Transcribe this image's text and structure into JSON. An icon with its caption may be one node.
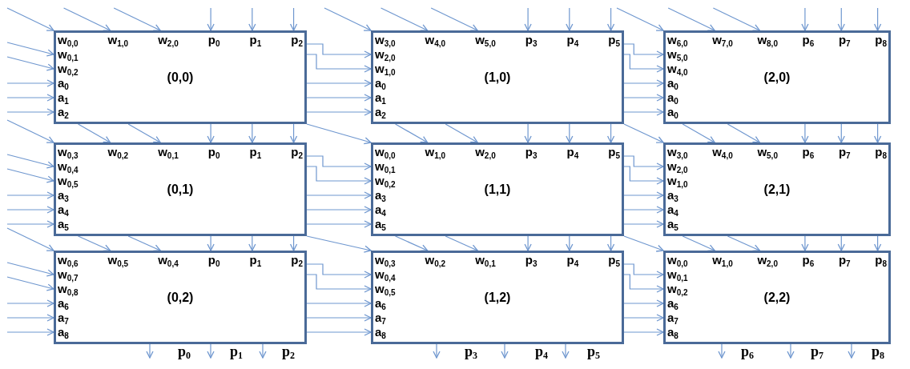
{
  "diagram": {
    "nodes": [
      {
        "text": [
          "w$_{0,0}$",
          "w$_{1,0}$",
          "w$_{2,0}$",
          "p$_{0}$",
          "p$_{1}$",
          "p$_{2}$",
          "w$_{0,1}$",
          "w$_{0,2}$",
          "a$_{0}$",
          "a$_{1}$",
          "a$_{2}$",
          "(0,0)"
        ]
      },
      {
        "text": [
          "w$_{3,0}$",
          "w$_{4,0}$",
          "w$_{5,0}$",
          "p$_{3}$",
          "p$_{4}$",
          "p$_{5}$",
          "w$_{2,0}$",
          "w$_{1,0}$",
          "a$_{0}$",
          "a$_{1}$",
          "a$_{2}$",
          "(1,0)"
        ]
      },
      {
        "text": [
          "w$_{6,0}$",
          "w$_{7,0}$",
          "w$_{8,0}$",
          "p$_{6}$",
          "p$_{7}$",
          "p$_{8}$",
          "w$_{5,0}$",
          "w$_{4,0}$",
          "a$_{0}$",
          "a$_{0}$",
          "a$_{0}$",
          "(2,0)"
        ]
      },
      {
        "text": [
          "w$_{0,3}$",
          "w$_{0,2}$",
          "w$_{0,1}$",
          "p$_{0}$",
          "p$_{1}$",
          "p$_{2}$",
          "w$_{0,4}$",
          "w$_{0,5}$",
          "a$_{3}$",
          "a$_{4}$",
          "a$_{5}$",
          "(0,1)"
        ]
      },
      {
        "text": [
          "w$_{0,0}$",
          "w$_{1,0}$",
          "w$_{2,0}$",
          "p$_{3}$",
          "p$_{4}$",
          "p$_{5}$",
          "w$_{0,1}$",
          "w$_{0,2}$",
          "a$_{3}$",
          "a$_{4}$",
          "a$_{5}$",
          "(1,1)"
        ]
      },
      {
        "text": [
          "w$_{3,0}$",
          "w$_{4,0}$",
          "w$_{5,0}$",
          "p$_{6}$",
          "p$_{7}$",
          "p$_{8}$",
          "w$_{2,0}$",
          "w$_{1,0}$",
          "a$_{3}$",
          "a$_{4}$",
          "a$_{5}$",
          "(2,1)"
        ]
      },
      {
        "text": [
          "w$_{0,6}$",
          "w$_{0,5}$",
          "w$_{0,4}$",
          "p$_{0}$",
          "p$_{1}$",
          "p$_{2}$",
          "w$_{0,7}$",
          "w$_{0,8}$",
          "a$_{6}$",
          "a$_{7}$",
          "a$_{8}$",
          "(0,2)"
        ]
      },
      {
        "text": [
          "w$_{0,3}$",
          "w$_{0,2}$",
          "w$_{0,1}$",
          "p$_{3}$",
          "p$_{4}$",
          "p$_{5}$",
          "w$_{0,4}$",
          "w$_{0,5}$",
          "a$_{6}$",
          "a$_{7}$",
          "a$_{8}$",
          "(1,2)"
        ]
      },
      {
        "text": [
          "w$_{0,0}$",
          "w$_{1,0}$",
          "w$_{2,0}$",
          "p$_{6}$",
          "p$_{7}$",
          "p$_{8}$",
          "w$_{0,1}$",
          "w$_{0,2}$",
          "a$_{6}$",
          "a$_{7}$",
          "a$_{8}$",
          "(2,2)"
        ]
      }
    ],
    "edges": [
      {
        "from": null,
        "to": 0,
        "arrow": "to"
      },
      {
        "from": null,
        "to": 0,
        "arrow": "to"
      },
      {
        "from": null,
        "to": 0,
        "arrow": "to"
      },
      {
        "from": null,
        "to": 0,
        "arrow": "to"
      },
      {
        "from": null,
        "to": 0,
        "arrow": "to"
      },
      {
        "from": null,
        "to": 0,
        "arrow": "to"
      },
      {
        "from": null,
        "to": 0,
        "arrow": "to"
      },
      {
        "from": null,
        "to": 0,
        "arrow": "to"
      },
      {
        "from": null,
        "to": 0,
        "arrow": "to"
      },
      {
        "from": null,
        "to": 0,
        "arrow": "to"
      },
      {
        "from": null,
        "to": 0,
        "arrow": "to"
      },
      {
        "from": null,
        "to": 1,
        "arrow": "to"
      },
      {
        "from": null,
        "to": 1,
        "arrow": "to"
      },
      {
        "from": null,
        "to": 1,
        "arrow": "to"
      },
      {
        "from": null,
        "to": 1,
        "arrow": "to"
      },
      {
        "from": null,
        "to": 1,
        "arrow": "to"
      },
      {
        "from": null,
        "to": 1,
        "arrow": "to"
      },
      {
        "from": 0,
        "to": 1,
        "arrow": "to"
      },
      {
        "from": 0,
        "to": 1,
        "arrow": "to"
      },
      {
        "from": 0,
        "to": 1,
        "arrow": "to"
      },
      {
        "from": 0,
        "to": 1,
        "arrow": "to"
      },
      {
        "from": 0,
        "to": 1,
        "arrow": "to"
      },
      {
        "from": null,
        "to": 2,
        "arrow": "to"
      },
      {
        "from": null,
        "to": 2,
        "arrow": "to"
      },
      {
        "from": null,
        "to": 2,
        "arrow": "to"
      },
      {
        "from": null,
        "to": 2,
        "arrow": "to"
      },
      {
        "from": null,
        "to": 2,
        "arrow": "to"
      },
      {
        "from": null,
        "to": 2,
        "arrow": "to"
      },
      {
        "from": 1,
        "to": 2,
        "arrow": "to"
      },
      {
        "from": 1,
        "to": 2,
        "arrow": "to"
      },
      {
        "from": 1,
        "to": 2,
        "arrow": "to"
      },
      {
        "from": 1,
        "to": 2,
        "arrow": "to"
      },
      {
        "from": 1,
        "to": 2,
        "arrow": "to"
      },
      {
        "from": null,
        "to": 3,
        "arrow": "to"
      },
      {
        "from": null,
        "to": 3,
        "arrow": "to"
      },
      {
        "from": null,
        "to": 3,
        "arrow": "to"
      },
      {
        "from": null,
        "to": 3,
        "arrow": "to"
      },
      {
        "from": null,
        "to": 3,
        "arrow": "to"
      },
      {
        "from": null,
        "to": 3,
        "arrow": "to"
      },
      {
        "from": 0,
        "to": 3,
        "arrow": "to"
      },
      {
        "from": 0,
        "to": 3,
        "arrow": "to"
      },
      {
        "from": 0,
        "to": 3,
        "arrow": "to"
      },
      {
        "from": 0,
        "to": 3,
        "arrow": "to"
      },
      {
        "from": 0,
        "to": 3,
        "arrow": "to"
      },
      {
        "from": 1,
        "to": 4,
        "arrow": "to"
      },
      {
        "from": 1,
        "to": 4,
        "arrow": "to"
      },
      {
        "from": 1,
        "to": 4,
        "arrow": "to"
      },
      {
        "from": 1,
        "to": 4,
        "arrow": "to"
      },
      {
        "from": 1,
        "to": 4,
        "arrow": "to"
      },
      {
        "from": 0,
        "to": 4,
        "arrow": "to"
      },
      {
        "from": 3,
        "to": 4,
        "arrow": "to"
      },
      {
        "from": 3,
        "to": 4,
        "arrow": "to"
      },
      {
        "from": 3,
        "to": 4,
        "arrow": "to"
      },
      {
        "from": 3,
        "to": 4,
        "arrow": "to"
      },
      {
        "from": 3,
        "to": 4,
        "arrow": "to"
      },
      {
        "from": 2,
        "to": 5,
        "arrow": "to"
      },
      {
        "from": 2,
        "to": 5,
        "arrow": "to"
      },
      {
        "from": 2,
        "to": 5,
        "arrow": "to"
      },
      {
        "from": 2,
        "to": 5,
        "arrow": "to"
      },
      {
        "from": 2,
        "to": 5,
        "arrow": "to"
      },
      {
        "from": 1,
        "to": 5,
        "arrow": "to"
      },
      {
        "from": 4,
        "to": 5,
        "arrow": "to"
      },
      {
        "from": 4,
        "to": 5,
        "arrow": "to"
      },
      {
        "from": 4,
        "to": 5,
        "arrow": "to"
      },
      {
        "from": 4,
        "to": 5,
        "arrow": "to"
      },
      {
        "from": 4,
        "to": 5,
        "arrow": "to"
      },
      {
        "from": null,
        "to": 6,
        "arrow": "to"
      },
      {
        "from": null,
        "to": 6,
        "arrow": "to"
      },
      {
        "from": null,
        "to": 6,
        "arrow": "to"
      },
      {
        "from": null,
        "to": 6,
        "arrow": "to"
      },
      {
        "from": null,
        "to": 6,
        "arrow": "to"
      },
      {
        "from": null,
        "to": 6,
        "arrow": "to"
      },
      {
        "from": 3,
        "to": 6,
        "arrow": "to"
      },
      {
        "from": 3,
        "to": 6,
        "arrow": "to"
      },
      {
        "from": 3,
        "to": 6,
        "arrow": "to"
      },
      {
        "from": 3,
        "to": 6,
        "arrow": "to"
      },
      {
        "from": 3,
        "to": 6,
        "arrow": "to"
      },
      {
        "from": 4,
        "to": 7,
        "arrow": "to"
      },
      {
        "from": 4,
        "to": 7,
        "arrow": "to"
      },
      {
        "from": 4,
        "to": 7,
        "arrow": "to"
      },
      {
        "from": 4,
        "to": 7,
        "arrow": "to"
      },
      {
        "from": 4,
        "to": 7,
        "arrow": "to"
      },
      {
        "from": 3,
        "to": 7,
        "arrow": "to"
      },
      {
        "from": 6,
        "to": 7,
        "arrow": "to"
      },
      {
        "from": 6,
        "to": 7,
        "arrow": "to"
      },
      {
        "from": 6,
        "to": 7,
        "arrow": "to"
      },
      {
        "from": 6,
        "to": 7,
        "arrow": "to"
      },
      {
        "from": 6,
        "to": 7,
        "arrow": "to"
      },
      {
        "from": 5,
        "to": 8,
        "arrow": "to"
      },
      {
        "from": 5,
        "to": 8,
        "arrow": "to"
      },
      {
        "from": 5,
        "to": 8,
        "arrow": "to"
      },
      {
        "from": 5,
        "to": 8,
        "arrow": "to"
      },
      {
        "from": 5,
        "to": 8,
        "arrow": "to"
      },
      {
        "from": 4,
        "to": 8,
        "arrow": "to"
      },
      {
        "from": 7,
        "to": 8,
        "arrow": "to"
      },
      {
        "from": 7,
        "to": 8,
        "arrow": "to"
      },
      {
        "from": 7,
        "to": 8,
        "arrow": "to"
      },
      {
        "from": 7,
        "to": 8,
        "arrow": "to"
      },
      {
        "from": 7,
        "to": 8,
        "arrow": "to"
      },
      {
        "from": 6,
        "to": null,
        "arrow": "to"
      },
      {
        "from": 6,
        "to": null,
        "arrow": "to"
      },
      {
        "from": 6,
        "to": null,
        "arrow": "to"
      },
      {
        "from": 7,
        "to": null,
        "arrow": "to"
      },
      {
        "from": 7,
        "to": null,
        "arrow": "to"
      },
      {
        "from": 7,
        "to": null,
        "arrow": "to"
      },
      {
        "from": 8,
        "to": null,
        "arrow": "to"
      },
      {
        "from": 8,
        "to": null,
        "arrow": "to"
      },
      {
        "from": 8,
        "to": null,
        "arrow": "to"
      }
    ],
    "labels": [
      "p$_{0}$",
      "p$_{1}$",
      "p$_{2}$",
      "p$_{3}$",
      "p$_{4}$",
      "p$_{5}$",
      "p$_{6}$",
      "p$_{7}$",
      "p$_{8}$"
    ]
  }
}
